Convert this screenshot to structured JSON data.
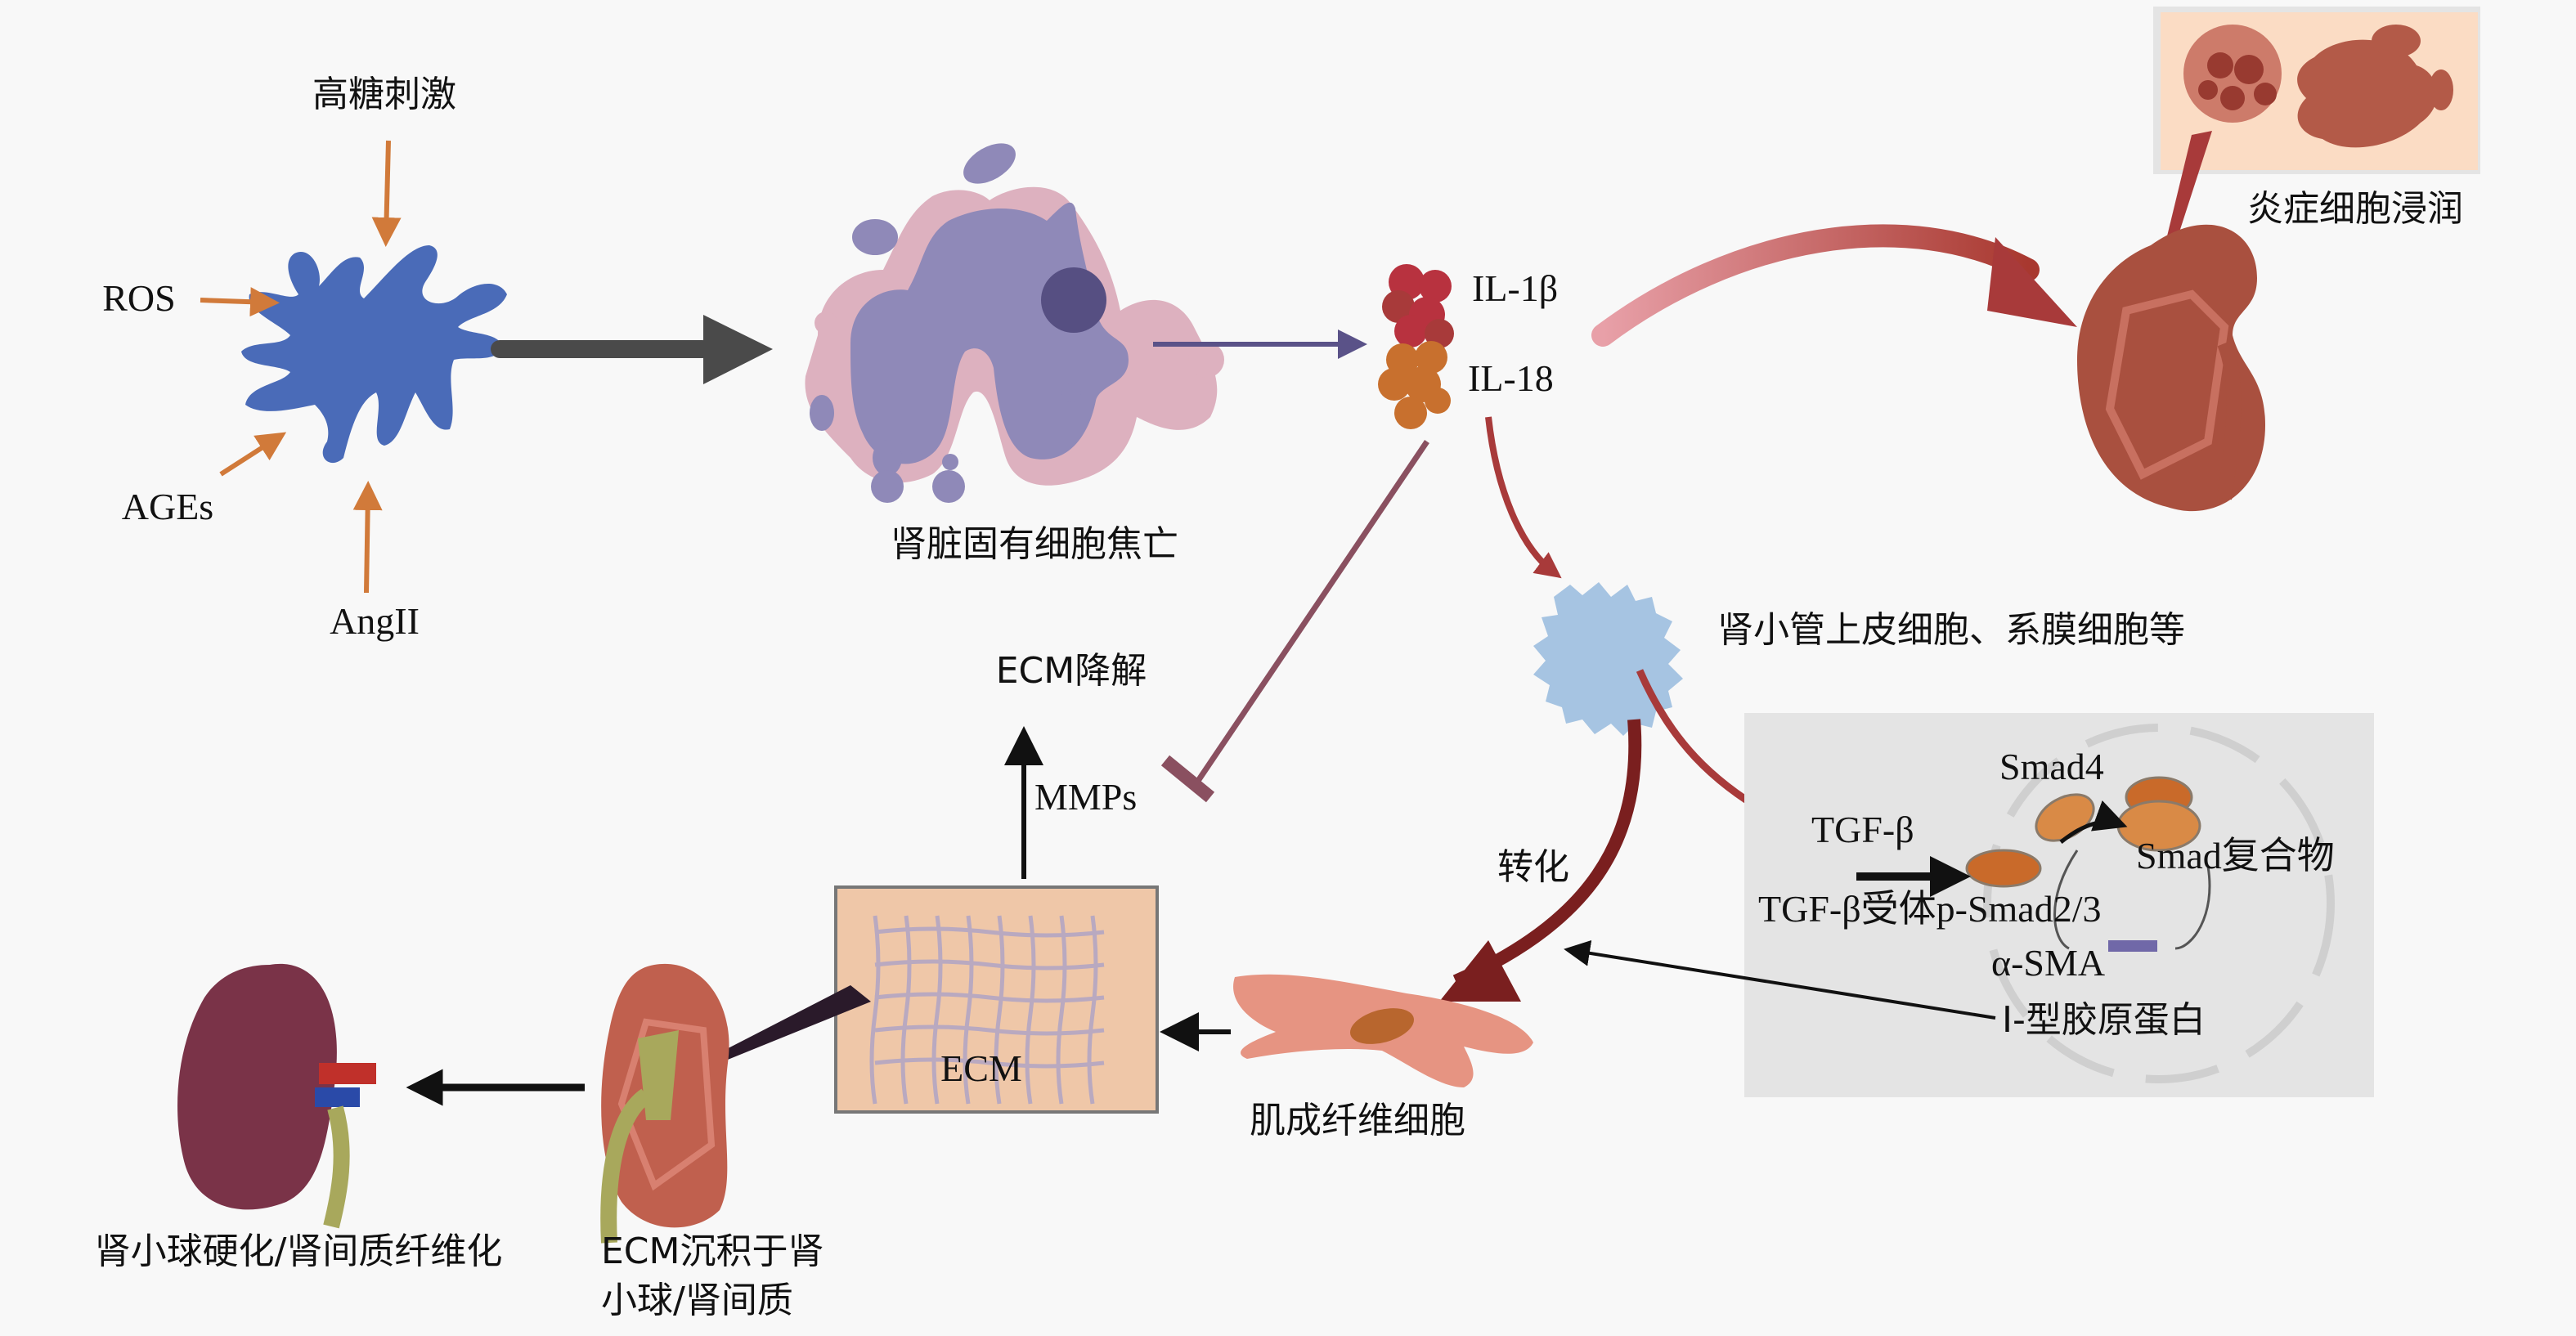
{
  "figure": {
    "stimuli": {
      "high_glucose": "高糖刺激",
      "ros": "ROS",
      "ages": "AGEs",
      "angii": "AngII"
    },
    "pyroptosis_cell_label": "肾脏固有细胞焦亡",
    "cytokines": {
      "il1b": "IL-1β",
      "il18": "IL-18"
    },
    "inflammation_label": "炎症细胞浸润",
    "tubular_cells_label": "肾小管上皮细胞、系膜细胞等",
    "ecm_degradation_label": "ECM降解",
    "mmps_label": "MMPs",
    "transformation_label": "转化",
    "ecm_box_label": "ECM",
    "myofibroblast_label": "肌成纤维细胞",
    "ecm_deposition_label_line1": "ECM沉积于肾",
    "ecm_deposition_label_line2": "小球/肾间质",
    "sclerosis_label": "肾小球硬化/肾间质纤维化",
    "smad_panel": {
      "tgf_beta": "TGF-β",
      "receptor_psmad": "TGF-β受体p-Smad2/3",
      "smad4": "Smad4",
      "smad_complex": "Smad复合物",
      "alpha_sma": "α-SMA",
      "collagen_i": "I-型胶原蛋白"
    }
  },
  "colors": {
    "background": "#f8f8f8",
    "stimulus_arrow": "#d17a3a",
    "stressed_cell": "#4a6bb8",
    "pyroptotic_cell": "#8f89b8",
    "pyroptotic_halo": "#ddb1bf",
    "il1b": "#b8323f",
    "il18": "#c8702e",
    "kidney": "#a9503f",
    "inflammatory_box": "#fbdcc4",
    "tubular_cell": "#a6c4e2",
    "smad_panel": "#e4e4e4",
    "smad_protein": "#cf7a35",
    "ecm_box": "#efc7a8",
    "myofibroblast": "#e69482",
    "sclerotic_kidney": "#7a3348",
    "dark_red_arrow": "#8a2a2a",
    "inhibition": "#8a5060"
  }
}
